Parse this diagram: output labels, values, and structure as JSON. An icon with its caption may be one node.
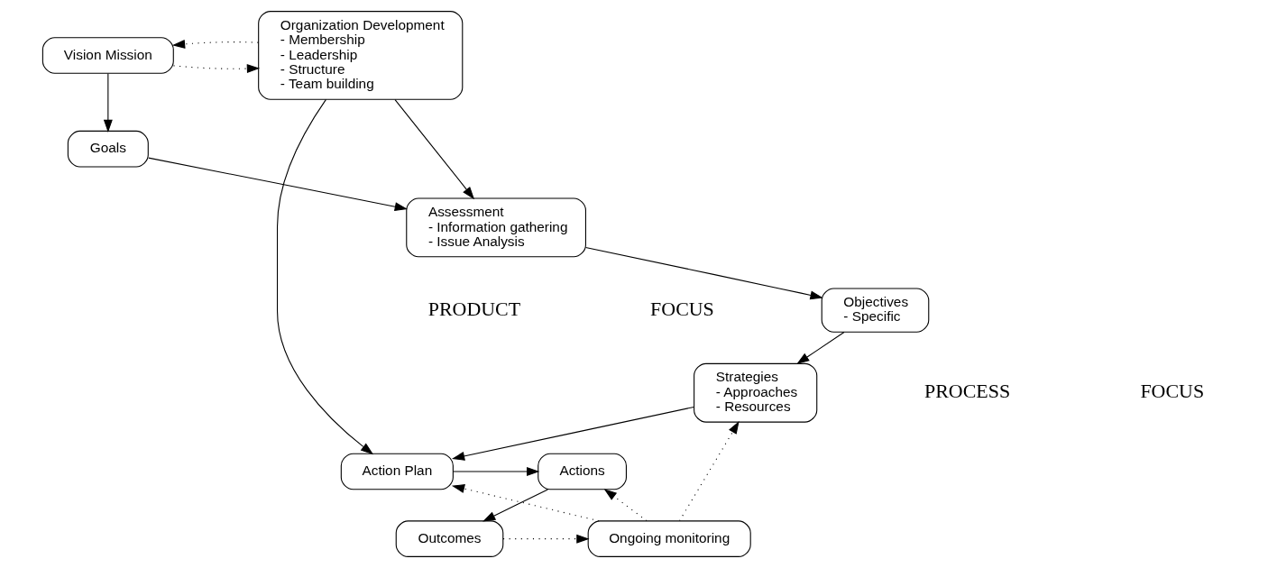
{
  "diagram": {
    "nodes": [
      {
        "text": [
          "Vision Mission"
        ]
      },
      {
        "text": [
          "Organization Development",
          "- Membership",
          "- Leadership",
          "- Structure",
          "- Team building"
        ]
      },
      {
        "text": [
          "Goals"
        ]
      },
      {
        "text": [
          "Assessment",
          "- Information gathering",
          "- Issue Analysis"
        ]
      },
      {
        "text": [
          "Objectives",
          "- Specific"
        ]
      },
      {
        "text": [
          "Strategies",
          "- Approaches",
          "- Resources"
        ]
      },
      {
        "text": [
          "Actions"
        ]
      },
      {
        "text": [
          "Action Plan"
        ]
      },
      {
        "text": [
          "Outcomes"
        ]
      },
      {
        "text": [
          "Ongoing monitoring"
        ]
      }
    ],
    "edges": [
      {
        "from": 0,
        "to": 1,
        "arrow": "to",
        "style": "dashed"
      },
      {
        "from": 1,
        "to": 0,
        "arrow": "to",
        "style": "dashed"
      },
      {
        "from": 0,
        "to": 2,
        "arrow": "to"
      },
      {
        "from": 1,
        "to": 3,
        "arrow": "to"
      },
      {
        "from": 2,
        "to": 3,
        "arrow": "to"
      },
      {
        "from": 3,
        "to": 4,
        "arrow": "to"
      },
      {
        "from": 4,
        "to": 5,
        "arrow": "to"
      },
      {
        "from": 5,
        "to": 7,
        "arrow": "to"
      },
      {
        "from": 1,
        "to": 7,
        "arrow": "to"
      },
      {
        "from": 7,
        "to": 6,
        "arrow": "to"
      },
      {
        "from": 6,
        "to": 8,
        "arrow": "to"
      },
      {
        "from": 8,
        "to": 9,
        "arrow": "to",
        "style": "dashed"
      },
      {
        "from": 9,
        "to": 6,
        "arrow": "to",
        "style": "dashed"
      },
      {
        "from": 9,
        "to": 7,
        "arrow": "to",
        "style": "dashed"
      },
      {
        "from": 9,
        "to": 5,
        "arrow": "to",
        "style": "dashed"
      }
    ],
    "labels": [
      "PRODUCT",
      "FOCUS",
      "PROCESS",
      "FOCUS"
    ]
  }
}
